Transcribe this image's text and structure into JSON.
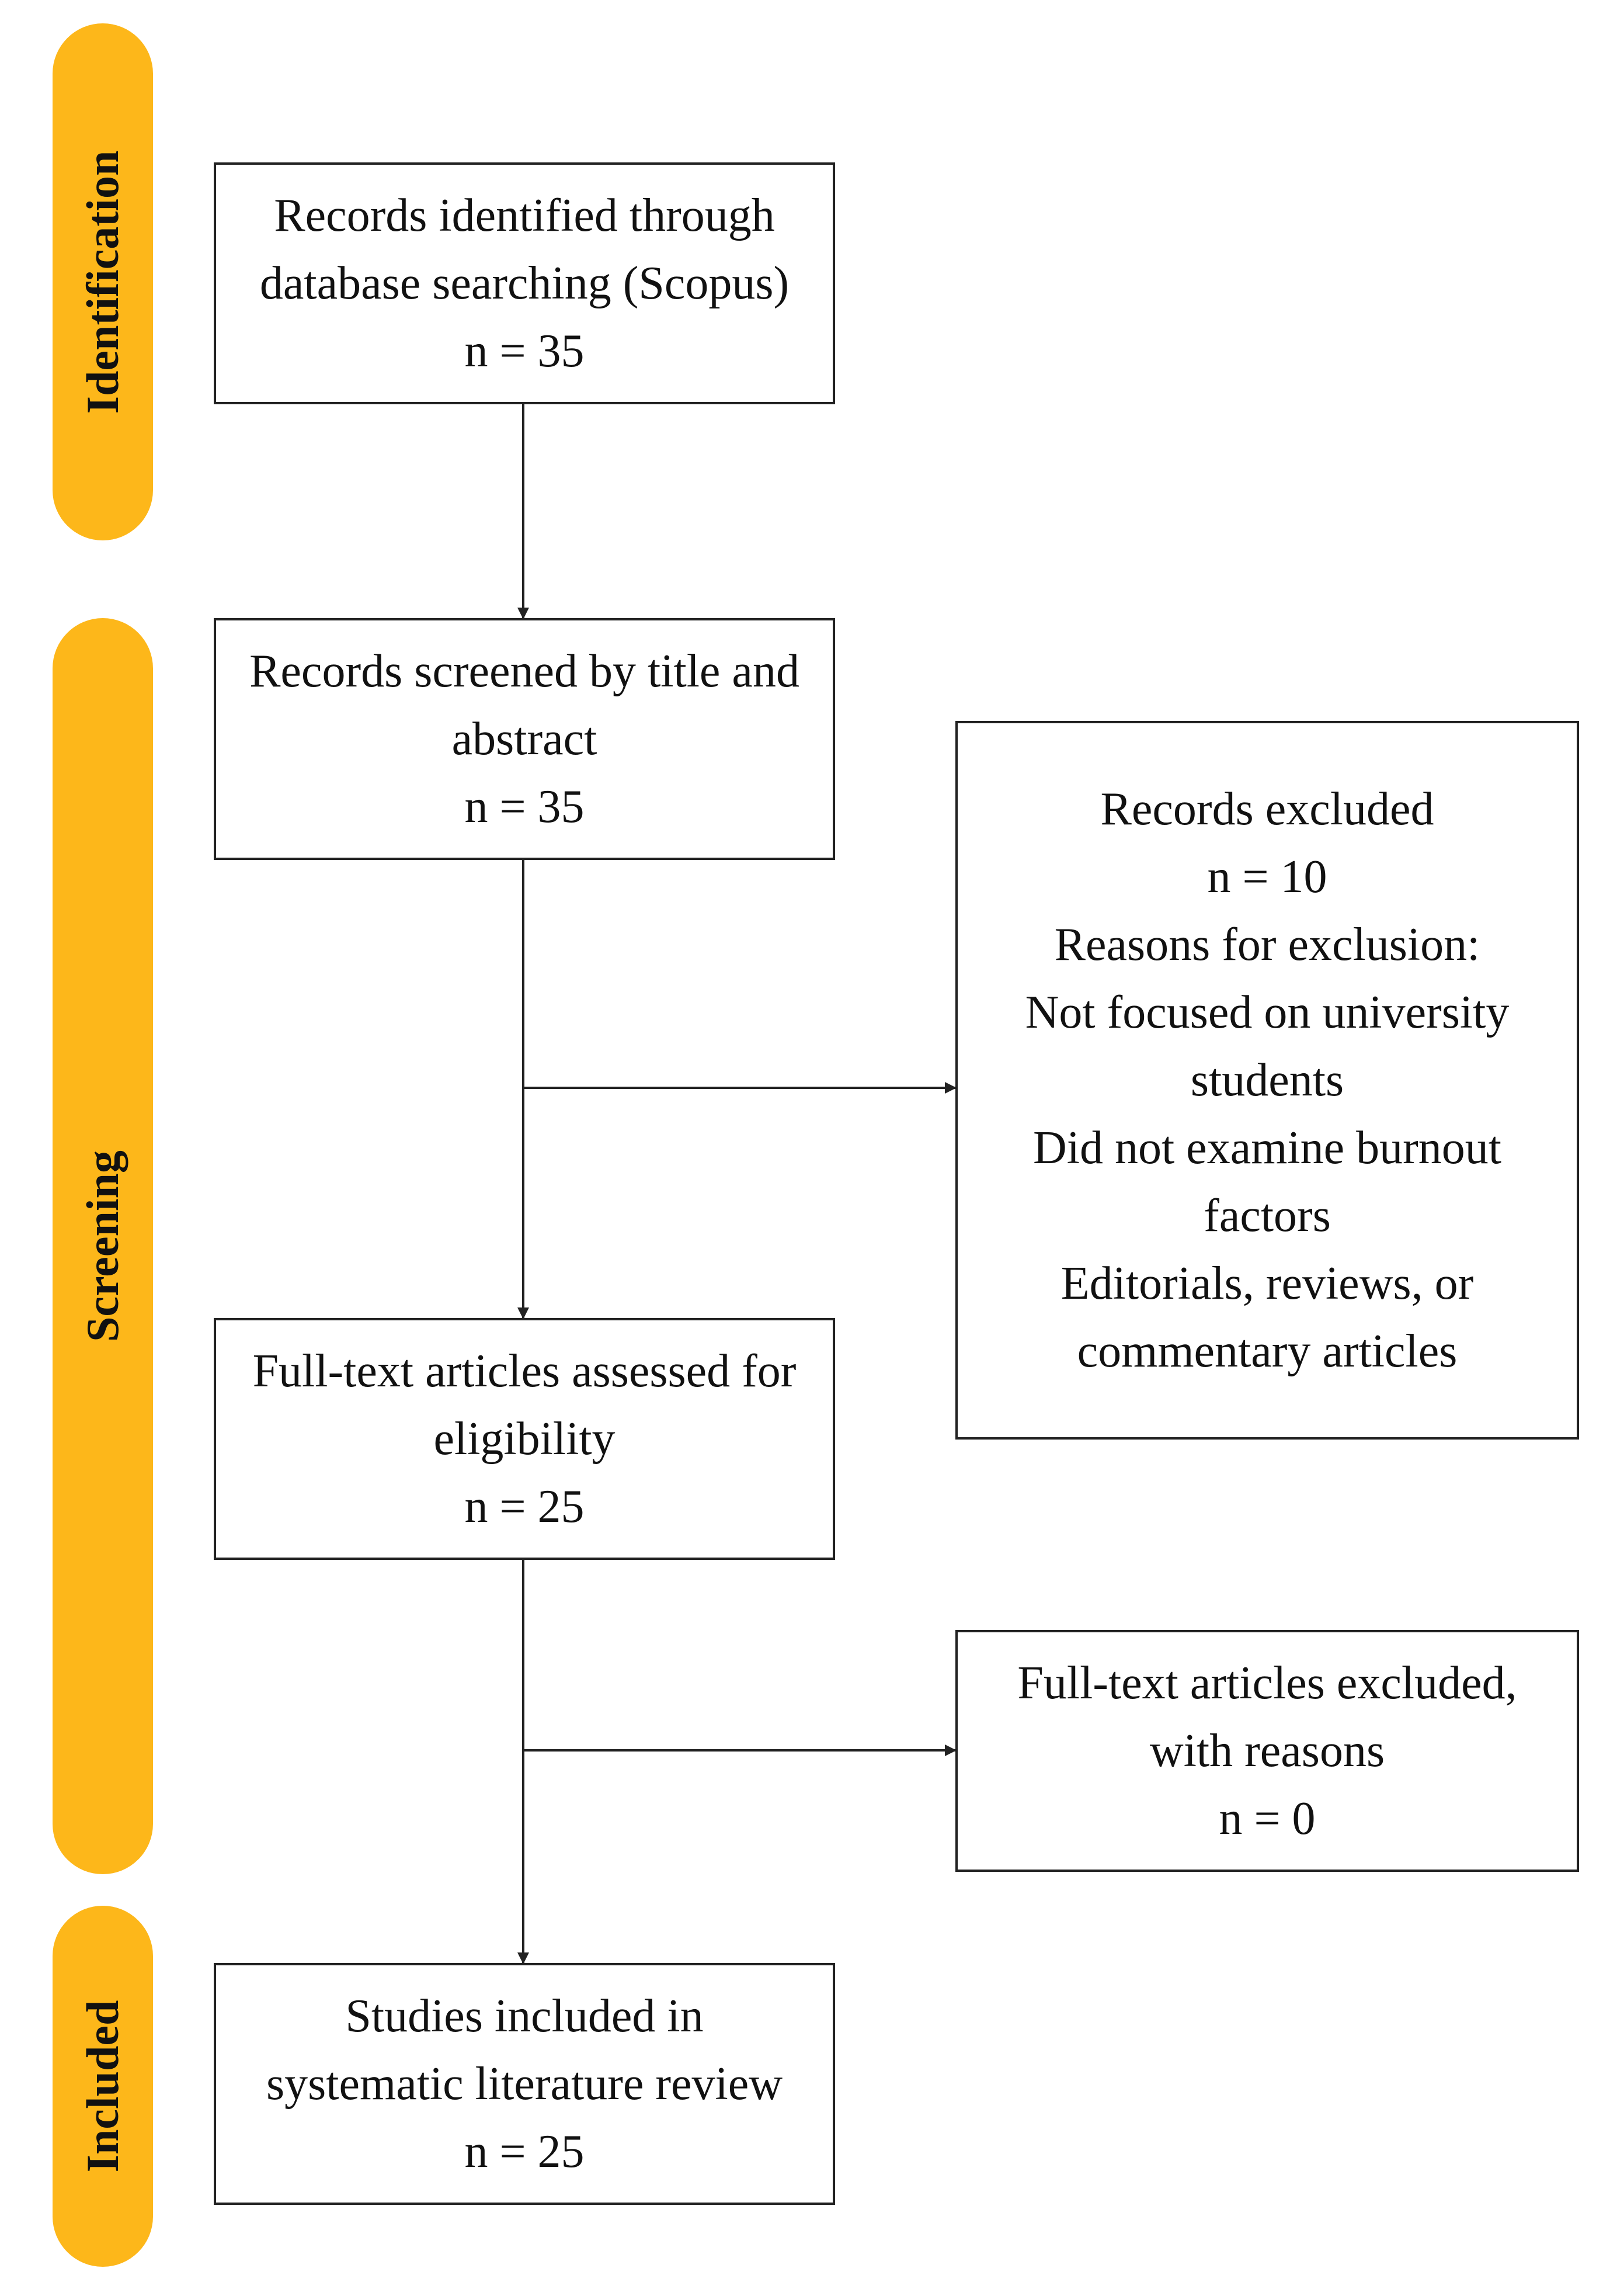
{
  "phases": {
    "identification": "Identification",
    "screening": "Screening",
    "included": "Included"
  },
  "boxes": {
    "identified": {
      "lines": [
        "Records identified through",
        "database searching (Scopus)",
        "n = 35"
      ]
    },
    "screened": {
      "lines": [
        "Records screened by title and",
        "abstract",
        "n = 35"
      ]
    },
    "excluded": {
      "lines": [
        "Records excluded",
        "n = 10",
        "Reasons for exclusion:",
        "Not focused on university",
        "students",
        "Did not examine burnout",
        "factors",
        "Editorials, reviews, or",
        "commentary articles"
      ]
    },
    "fulltext": {
      "lines": [
        "Full-text articles assessed for",
        "eligibility",
        "n = 25"
      ]
    },
    "fulltext_excluded": {
      "lines": [
        "Full-text articles excluded,",
        "with reasons",
        "n = 0"
      ]
    },
    "included": {
      "lines": [
        "Studies included in",
        "systematic literature review",
        "n = 25"
      ]
    }
  },
  "colors": {
    "phase_fill": "#FDB71A",
    "line": "#222222"
  }
}
